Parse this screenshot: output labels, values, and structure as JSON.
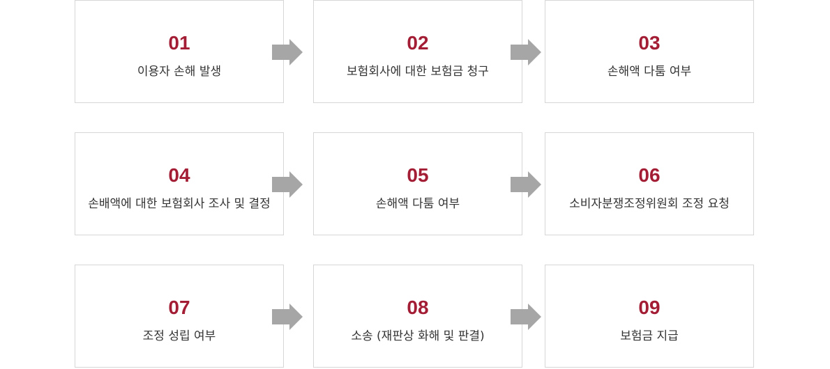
{
  "steps": [
    {
      "number": "01",
      "label": "이용자 손해 발생"
    },
    {
      "number": "02",
      "label": "보험회사에 대한 보험금 청구"
    },
    {
      "number": "03",
      "label": "손해액 다툼 여부"
    },
    {
      "number": "04",
      "label": "손배액에 대한 보험회사 조사 및 결정"
    },
    {
      "number": "05",
      "label": "손해액 다툼 여부"
    },
    {
      "number": "06",
      "label": "소비자분쟁조정위원회 조정 요청"
    },
    {
      "number": "07",
      "label": "조정 성립 여부"
    },
    {
      "number": "08",
      "label": "소송 (재판상 화해 및 판결)"
    },
    {
      "number": "09",
      "label": "보험금 지급"
    }
  ],
  "colors": {
    "number": "#a31d35",
    "label": "#333333",
    "border": "#d6d6d6",
    "arrow": "#a6a6a6"
  },
  "icons": {
    "connector": "arrow-right-icon"
  }
}
